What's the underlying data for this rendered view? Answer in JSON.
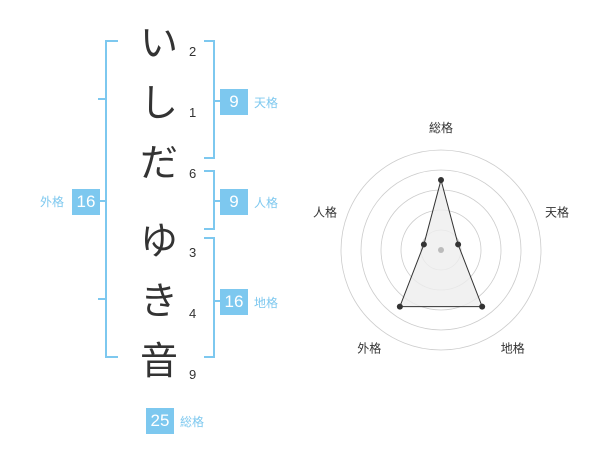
{
  "characters": [
    {
      "char": "い",
      "strokes": "2"
    },
    {
      "char": "し",
      "strokes": "1"
    },
    {
      "char": "だ",
      "strokes": "6"
    },
    {
      "char": "ゆ",
      "strokes": "3"
    },
    {
      "char": "き",
      "strokes": "4"
    },
    {
      "char": "音",
      "strokes": "9"
    }
  ],
  "fortunes": {
    "tenkaku": {
      "label": "天格",
      "value": "9"
    },
    "jinkaku": {
      "label": "人格",
      "value": "9"
    },
    "chikaku": {
      "label": "地格",
      "value": "16"
    },
    "gaikaku": {
      "label": "外格",
      "value": "16"
    },
    "soukaku": {
      "label": "総格",
      "value": "25"
    }
  },
  "chart_data": {
    "type": "radar",
    "axes": [
      "総格",
      "天格",
      "地格",
      "外格",
      "人格"
    ],
    "values": [
      0.7,
      0.18,
      0.7,
      0.7,
      0.18
    ],
    "colors": {
      "accent": "#7dc8ef",
      "grid": "#cccccc",
      "fill": "#eeeeee",
      "line": "#333333"
    }
  }
}
